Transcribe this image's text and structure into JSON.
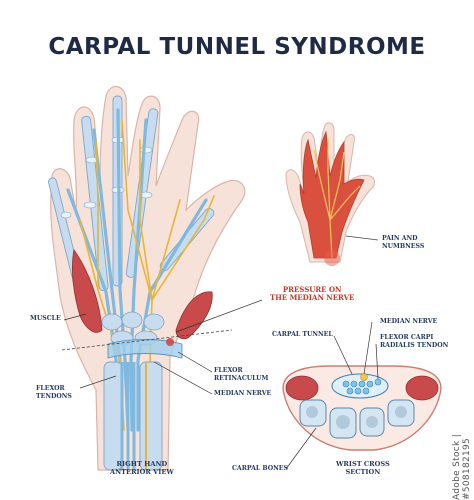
{
  "title": "CARPAL TUNNEL SYNDROME",
  "labels": {
    "muscle": "MUSCLE",
    "flexor_tendons": [
      "FLEXOR",
      "TENDONS"
    ],
    "flexor_retinaculum": [
      "FLEXOR",
      "RETINACULUM"
    ],
    "median_nerve_hand": "MEDIAN NERVE",
    "pressure": [
      "PRESSURE ON",
      "THE MEDIAN NERVE"
    ],
    "pain": [
      "PAIN AND",
      "NUMBNESS"
    ],
    "carpal_tunnel": "CARPAL TUNNEL",
    "median_nerve_cross": "MEDIAN NERVE",
    "flexor_carpi": [
      "FLEXOR CARPI",
      "RADIALIS TENDON"
    ],
    "carpal_bones": "CARPAL BONES",
    "right_hand": [
      "RIGHT HAND",
      "ANTERIOR VIEW"
    ],
    "wrist_cross": [
      "WRIST CROSS",
      "SECTION"
    ]
  },
  "stock_id": "Adobe Stock | #508182195",
  "colors": {
    "title": "#1f2a44",
    "label": "#243a5e",
    "accent_red": "#c0392b",
    "nerve": "#e8b93a",
    "skin": "#f6dcd2",
    "bone": "#b9d5ea",
    "tendon": "#8fc3e6",
    "muscle": "#c94a4a"
  }
}
